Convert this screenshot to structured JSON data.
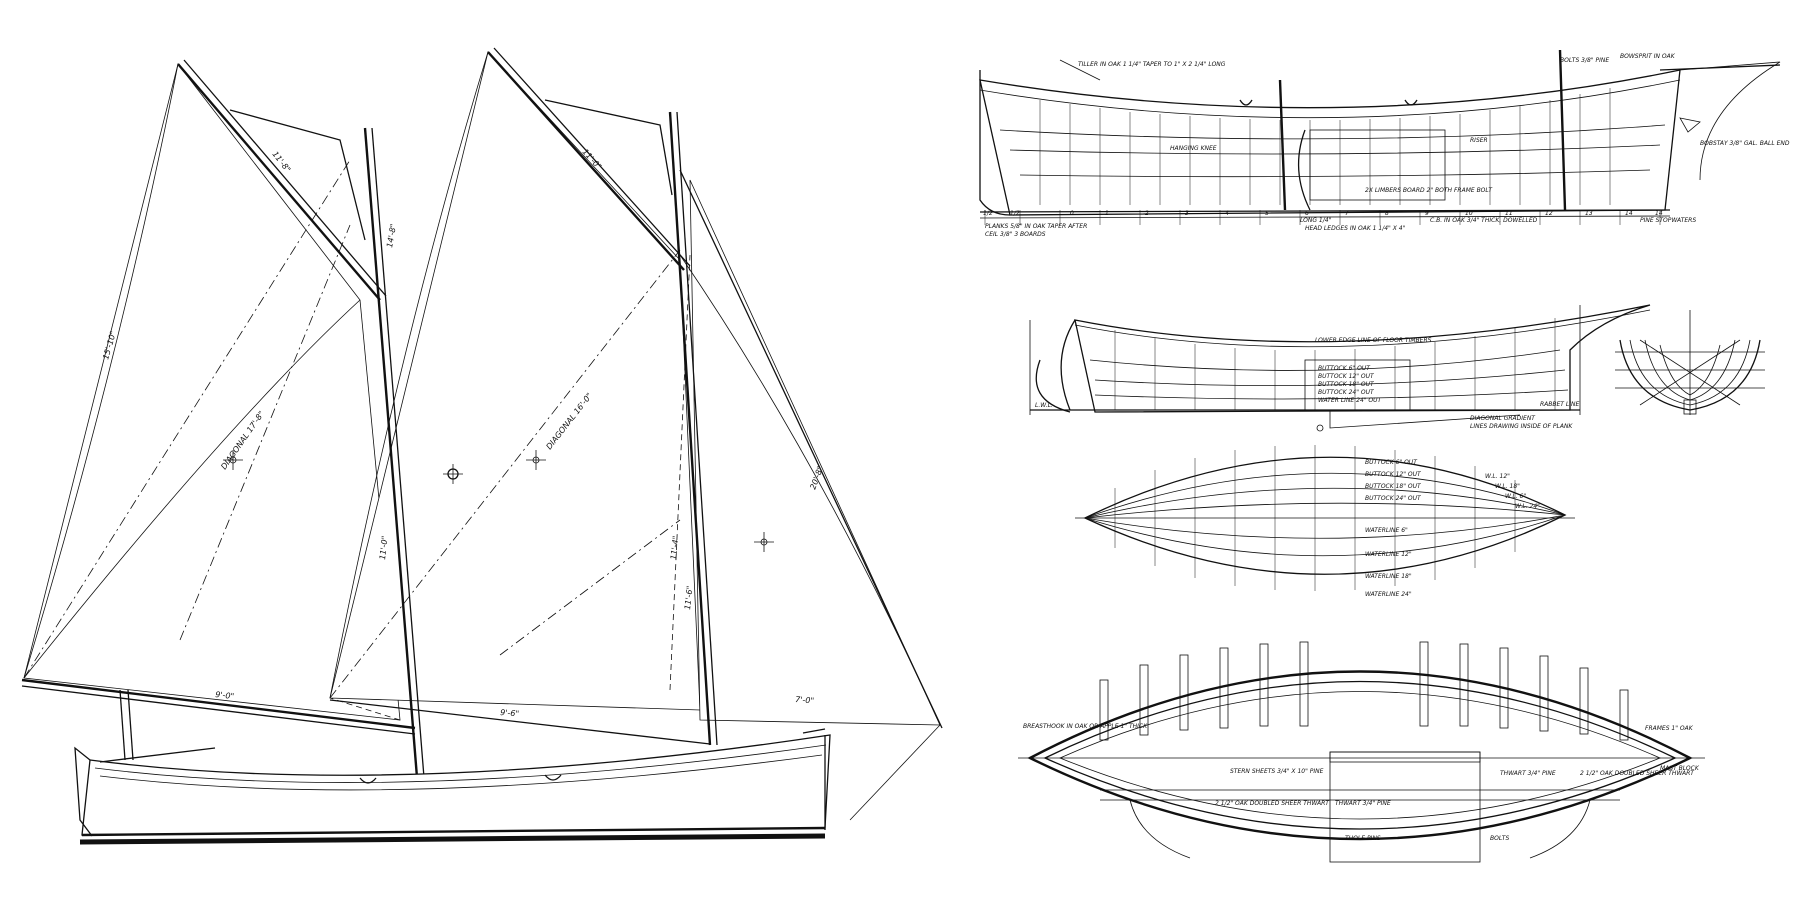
{
  "sail_plan": {
    "dims": {
      "main_gaff": "11'-8\"",
      "main_luff": "15'-10\"",
      "main_diag": "DIAGONAL 17'-8\"",
      "main_leech_top": "14'-8\"",
      "main_foot": "9'-0\"",
      "main_mast": "11'-0\"",
      "fore_gaff": "11'-0\"",
      "fore_diag": "DIAGONAL 16'-0\"",
      "fore_mast": "11'-4\"",
      "fore_mast2": "11'-6\"",
      "fore_leech": "20'-8\"",
      "fore_foot": "7'-0\"",
      "jib_foot": "9'-6\""
    }
  },
  "profile": {
    "notes": {
      "n1": "TILLER IN OAK 1 1/4\" TAPER TO 1\" X 2 1/4\" LONG",
      "n2": "BOWSPRIT IN OAK",
      "n3": "BOLTS 3/8\" PINE",
      "n4": "BOBSTAY 3/8\" GAL. BALL END",
      "n5": "HANGING KNEE",
      "n6": "RISER",
      "n7": "2X LIMBERS BOARD 2\" BOTH FRAME BOLT",
      "n8": "LONG 1/4\"",
      "n9": "HEAD LEDGES IN OAK 1 1/4\" X 4\"",
      "n10": "C.B. IN OAK 3/4\" THICK, DOWELLED",
      "n11": "PINE STOPWATERS",
      "n12": "PLANKS 5/8\" IN OAK TAPER AFTER",
      "n13": "CEIL 3/8\" 3 BOARDS"
    },
    "stations": [
      "1/2",
      "1/2",
      "0",
      "1",
      "2",
      "3",
      "4",
      "5",
      "6",
      "7",
      "8",
      "9",
      "10",
      "11",
      "12",
      "13",
      "14",
      "14"
    ]
  },
  "lines": {
    "notes": {
      "n1": "LOWER EDGE LINE OF FLOOR TIMBERS",
      "n2": "BUTTOCK 6\" OUT",
      "n3": "BUTTOCK 12\" OUT",
      "n4": "BUTTOCK 18\" OUT",
      "n5": "BUTTOCK 24\" OUT",
      "n6": "WATER LINE 24\" OUT",
      "n7": "DIAGONAL GRADIENT",
      "n8": "LINES DRAWING INSIDE OF PLANK",
      "n9": "L.W.L.",
      "n10": "RABBET LINE"
    },
    "waterlines": [
      "BUTTOCK 6\" OUT",
      "BUTTOCK 12\" OUT",
      "BUTTOCK 18\" OUT",
      "BUTTOCK 24\" OUT",
      "WATERLINE 6\"",
      "WATERLINE 12\"",
      "WATERLINE 18\"",
      "WATERLINE 24\""
    ],
    "wl_tags": [
      "W.L. 12\"",
      "W.L. 18\"",
      "W.L. 6\"",
      "W.L. 24\""
    ]
  },
  "plan": {
    "notes": {
      "n1": "BREASTHOOK IN OAK OR APPLE 1\" THICK",
      "n2": "STERN SHEETS 3/4\" X 10\" PINE",
      "n3": "2 1/2\" OAK DOUBLED SHEER THWART",
      "n4": "THWART 3/4\" PINE",
      "n5": "THWART 3/4\" PINE",
      "n6": "2 1/2\" OAK DOUBLED SHEER THWART",
      "n7": "FRAMES 1\" OAK",
      "n8": "MAST BLOCK",
      "n9": "THOLE PINS",
      "n10": "BOLTS"
    }
  }
}
